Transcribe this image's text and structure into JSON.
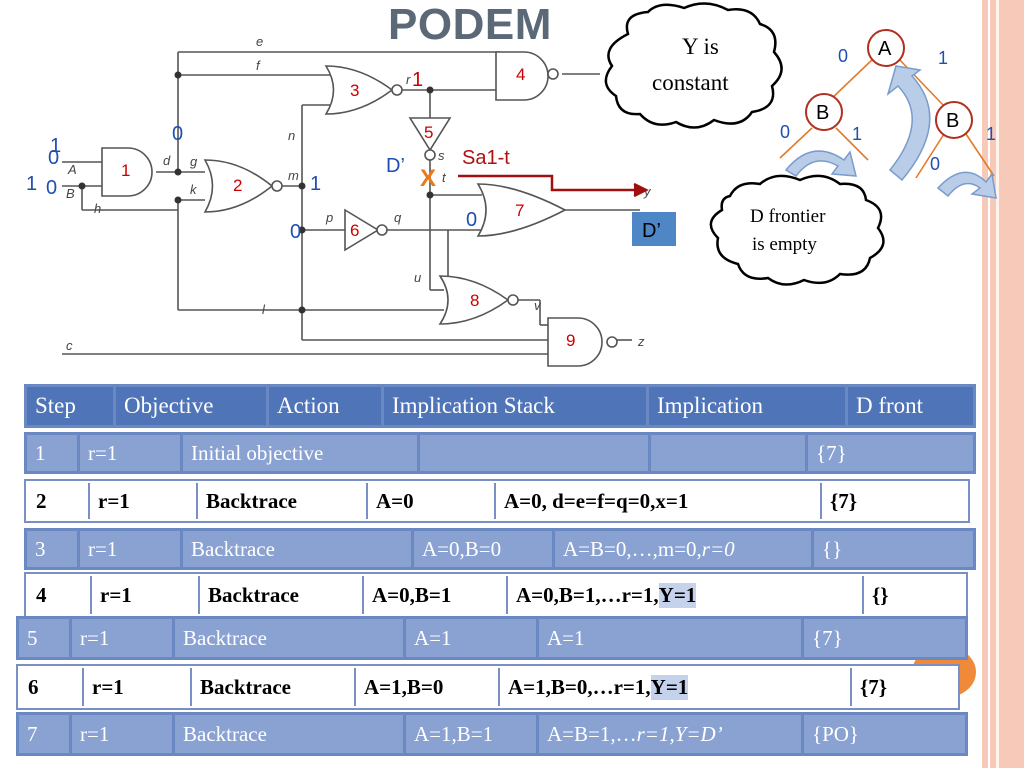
{
  "title": "PODEM",
  "circuit": {
    "gate_numbers": [
      "1",
      "2",
      "3",
      "4",
      "5",
      "6",
      "7",
      "8",
      "9"
    ],
    "wires": [
      "e",
      "f",
      "d",
      "g",
      "k",
      "h",
      "n",
      "m",
      "p",
      "q",
      "l",
      "c",
      "r",
      "s",
      "t",
      "u",
      "v",
      "y",
      "z"
    ],
    "inputs": [
      "A",
      "B"
    ],
    "values": {
      "a_top": "1",
      "a_mid": "0",
      "b_left": "1",
      "b_mid": "0",
      "d_val": "0",
      "m_val": "1",
      "p_val": "0",
      "q_val": "0",
      "r_val": "1",
      "s_val": "D’",
      "fault": "Sa1-t",
      "fault_mark": "X",
      "output": "D’"
    }
  },
  "callouts": {
    "constant": [
      "Y is",
      "constant"
    ],
    "dfrontier": [
      "D frontier",
      "is empty"
    ]
  },
  "tree": {
    "root": "A",
    "left": "B",
    "right": "B",
    "labels": {
      "root_left": "0",
      "root_right": "1",
      "left_left": "0",
      "left_right": "1",
      "right_left": "0",
      "right_right": "1"
    }
  },
  "table": {
    "headers": [
      "Step",
      "Objective",
      "Action",
      "Implication Stack",
      "Implication",
      "D front"
    ],
    "rows": [
      {
        "step": "1",
        "objective": "r=1",
        "action": "Initial objective",
        "stack": "",
        "implication": "",
        "dfront": "{7}"
      },
      {
        "step": "2",
        "objective": "r=1",
        "action": "Backtrace",
        "stack": "A=0",
        "implication": "A=0, d=e=f=q=0,x=1",
        "dfront": "{7}"
      },
      {
        "step": "3",
        "objective": "r=1",
        "action": "Backtrace",
        "stack": "A=0,B=0",
        "implication": "A=B=0,…,m=0,",
        "implication_em": "r=0",
        "dfront": "{}"
      },
      {
        "step": "4",
        "objective": "r=1",
        "action": "Backtrace",
        "stack": "A=0,B=1",
        "implication": "A=0,B=1,…r=1,",
        "implication_em": "Y=1",
        "dfront": "{}"
      },
      {
        "step": "5",
        "objective": "r=1",
        "action": "Backtrace",
        "stack": "A=1",
        "implication": "A=1",
        "dfront": "{7}"
      },
      {
        "step": "6",
        "objective": "r=1",
        "action": "Backtrace",
        "stack": "A=1,B=0",
        "implication": "A=1,B=0,…r=1,",
        "implication_em": "Y=1",
        "dfront": "{7}"
      },
      {
        "step": "7",
        "objective": "r=1",
        "action": "Backtrace",
        "stack": "A=1,B=1",
        "implication": "A=B=1,…",
        "implication_em": "r=1,Y=D’",
        "dfront": "{PO}"
      }
    ]
  },
  "colors": {
    "header_bg": "#4f74b8",
    "dark_row": "#8aa2d2",
    "gate_label": "#cc0000",
    "value_blue": "#1f4fb0",
    "output_box": "#4f86c6"
  }
}
